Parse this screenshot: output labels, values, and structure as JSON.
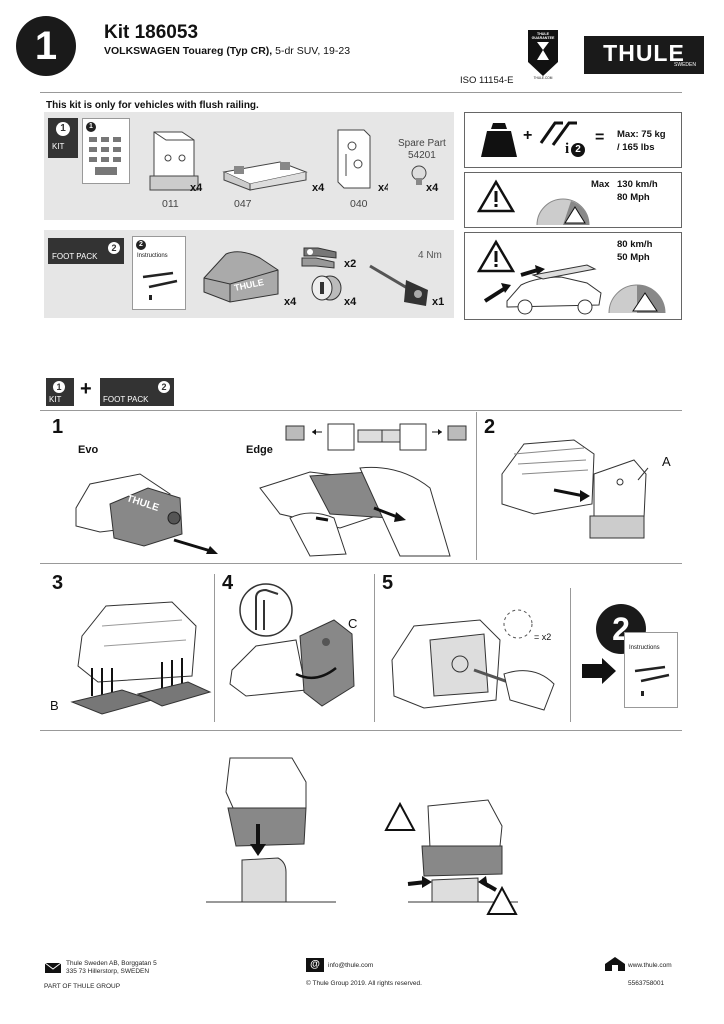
{
  "header": {
    "step_number": "1",
    "kit_title": "Kit 186053",
    "vehicle_model": "VOLKSWAGEN Touareg (Typ CR),",
    "vehicle_detail": "5-dr SUV, 19-23",
    "iso": "ISO 11154-E",
    "guarantee_badge_text": "THULE GUARANTEE",
    "guarantee_url": "THULE.COM",
    "brand": "THULE",
    "brand_country": "SWEDEN"
  },
  "notice": "This kit is only for vehicles with flush railing.",
  "kit_panel": {
    "tag_number": "1",
    "tag_label": "KIT",
    "doc_number": "1",
    "parts": [
      {
        "code": "011",
        "qty": "x4"
      },
      {
        "code": "047",
        "qty": "x4"
      },
      {
        "code": "040",
        "qty": "x4"
      }
    ],
    "spare_part_label": "Spare Part",
    "spare_part_number": "54201",
    "spare_part_qty": "x4"
  },
  "footpack_panel": {
    "tag_number": "2",
    "tag_label": "FOOT PACK",
    "doc_number": "2",
    "doc_label": "Instructions",
    "foot_brand": "THULE",
    "foot_qty": "x4",
    "key_qty": "x2",
    "lock_qty": "x4",
    "torque": "4 Nm",
    "tool_qty": "x1"
  },
  "load_panel": {
    "max_load": "Max: 75 kg",
    "max_load_lbs": "/ 165 lbs",
    "info_number": "2"
  },
  "speed_panel": {
    "max_label": "Max",
    "speed_kmh": "130 km/h",
    "speed_mph": "80 Mph"
  },
  "speed_load_panel": {
    "speed_kmh": "80 km/h",
    "speed_mph": "50 Mph"
  },
  "combo": {
    "kit_number": "1",
    "kit_label": "KIT",
    "plus": "+",
    "foot_number": "2",
    "foot_label": "FOOT PACK"
  },
  "steps": {
    "s1": "1",
    "s1_evo": "Evo",
    "s1_edge": "Edge",
    "s1_evo_brand": "THULE",
    "s2": "2",
    "s2_label": "A",
    "s3": "3",
    "s3_label": "B",
    "s4": "4",
    "s4_label": "C",
    "s5": "5",
    "s5_repeat": "= x2",
    "next_number": "2",
    "next_doc_label": "Instructions"
  },
  "footer": {
    "company": "Thule Sweden AB, Borggatan 5",
    "address": "335 73 Hillerstorp, SWEDEN",
    "group": "PART OF THULE GROUP",
    "email": "info@thule.com",
    "copyright": "© Thule Group 2019. All rights reserved.",
    "website": "www.thule.com",
    "doc_number": "5563758001"
  }
}
